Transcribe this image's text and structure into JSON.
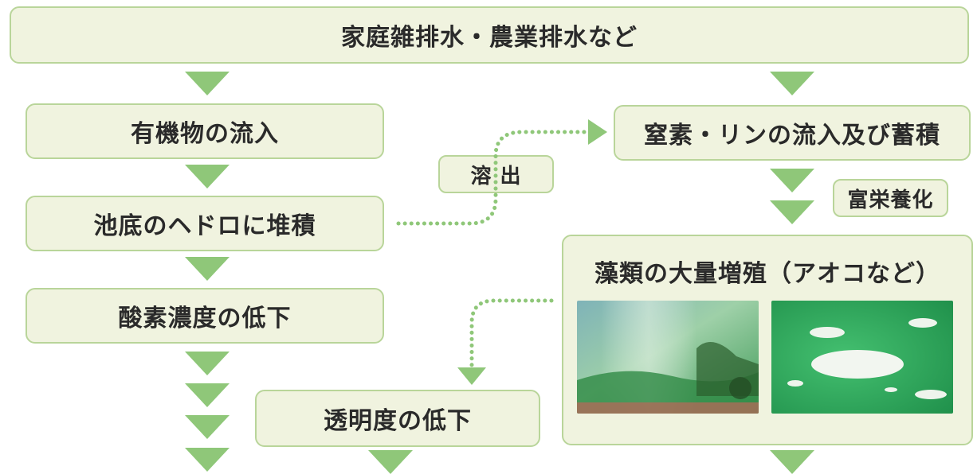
{
  "top": {
    "label": "家庭雑排水・農業排水など"
  },
  "left_column": {
    "organic_inflow": "有機物の流入",
    "sludge": "池底のヘドロに堆積",
    "oxygen": "酸素濃度の低下"
  },
  "elution": {
    "label": "溶 出"
  },
  "right_column": {
    "nutrients": "窒素・リンの流入及び蓄積",
    "eutrophication": "富栄養化",
    "algae": "藻類の大量増殖（アオコなど）"
  },
  "transparency": {
    "label": "透明度の低下"
  },
  "colors": {
    "box_fill": "#f0f3df",
    "box_border": "#b9d59a",
    "arrow": "#8fc779",
    "dotted": "#8fc779"
  }
}
